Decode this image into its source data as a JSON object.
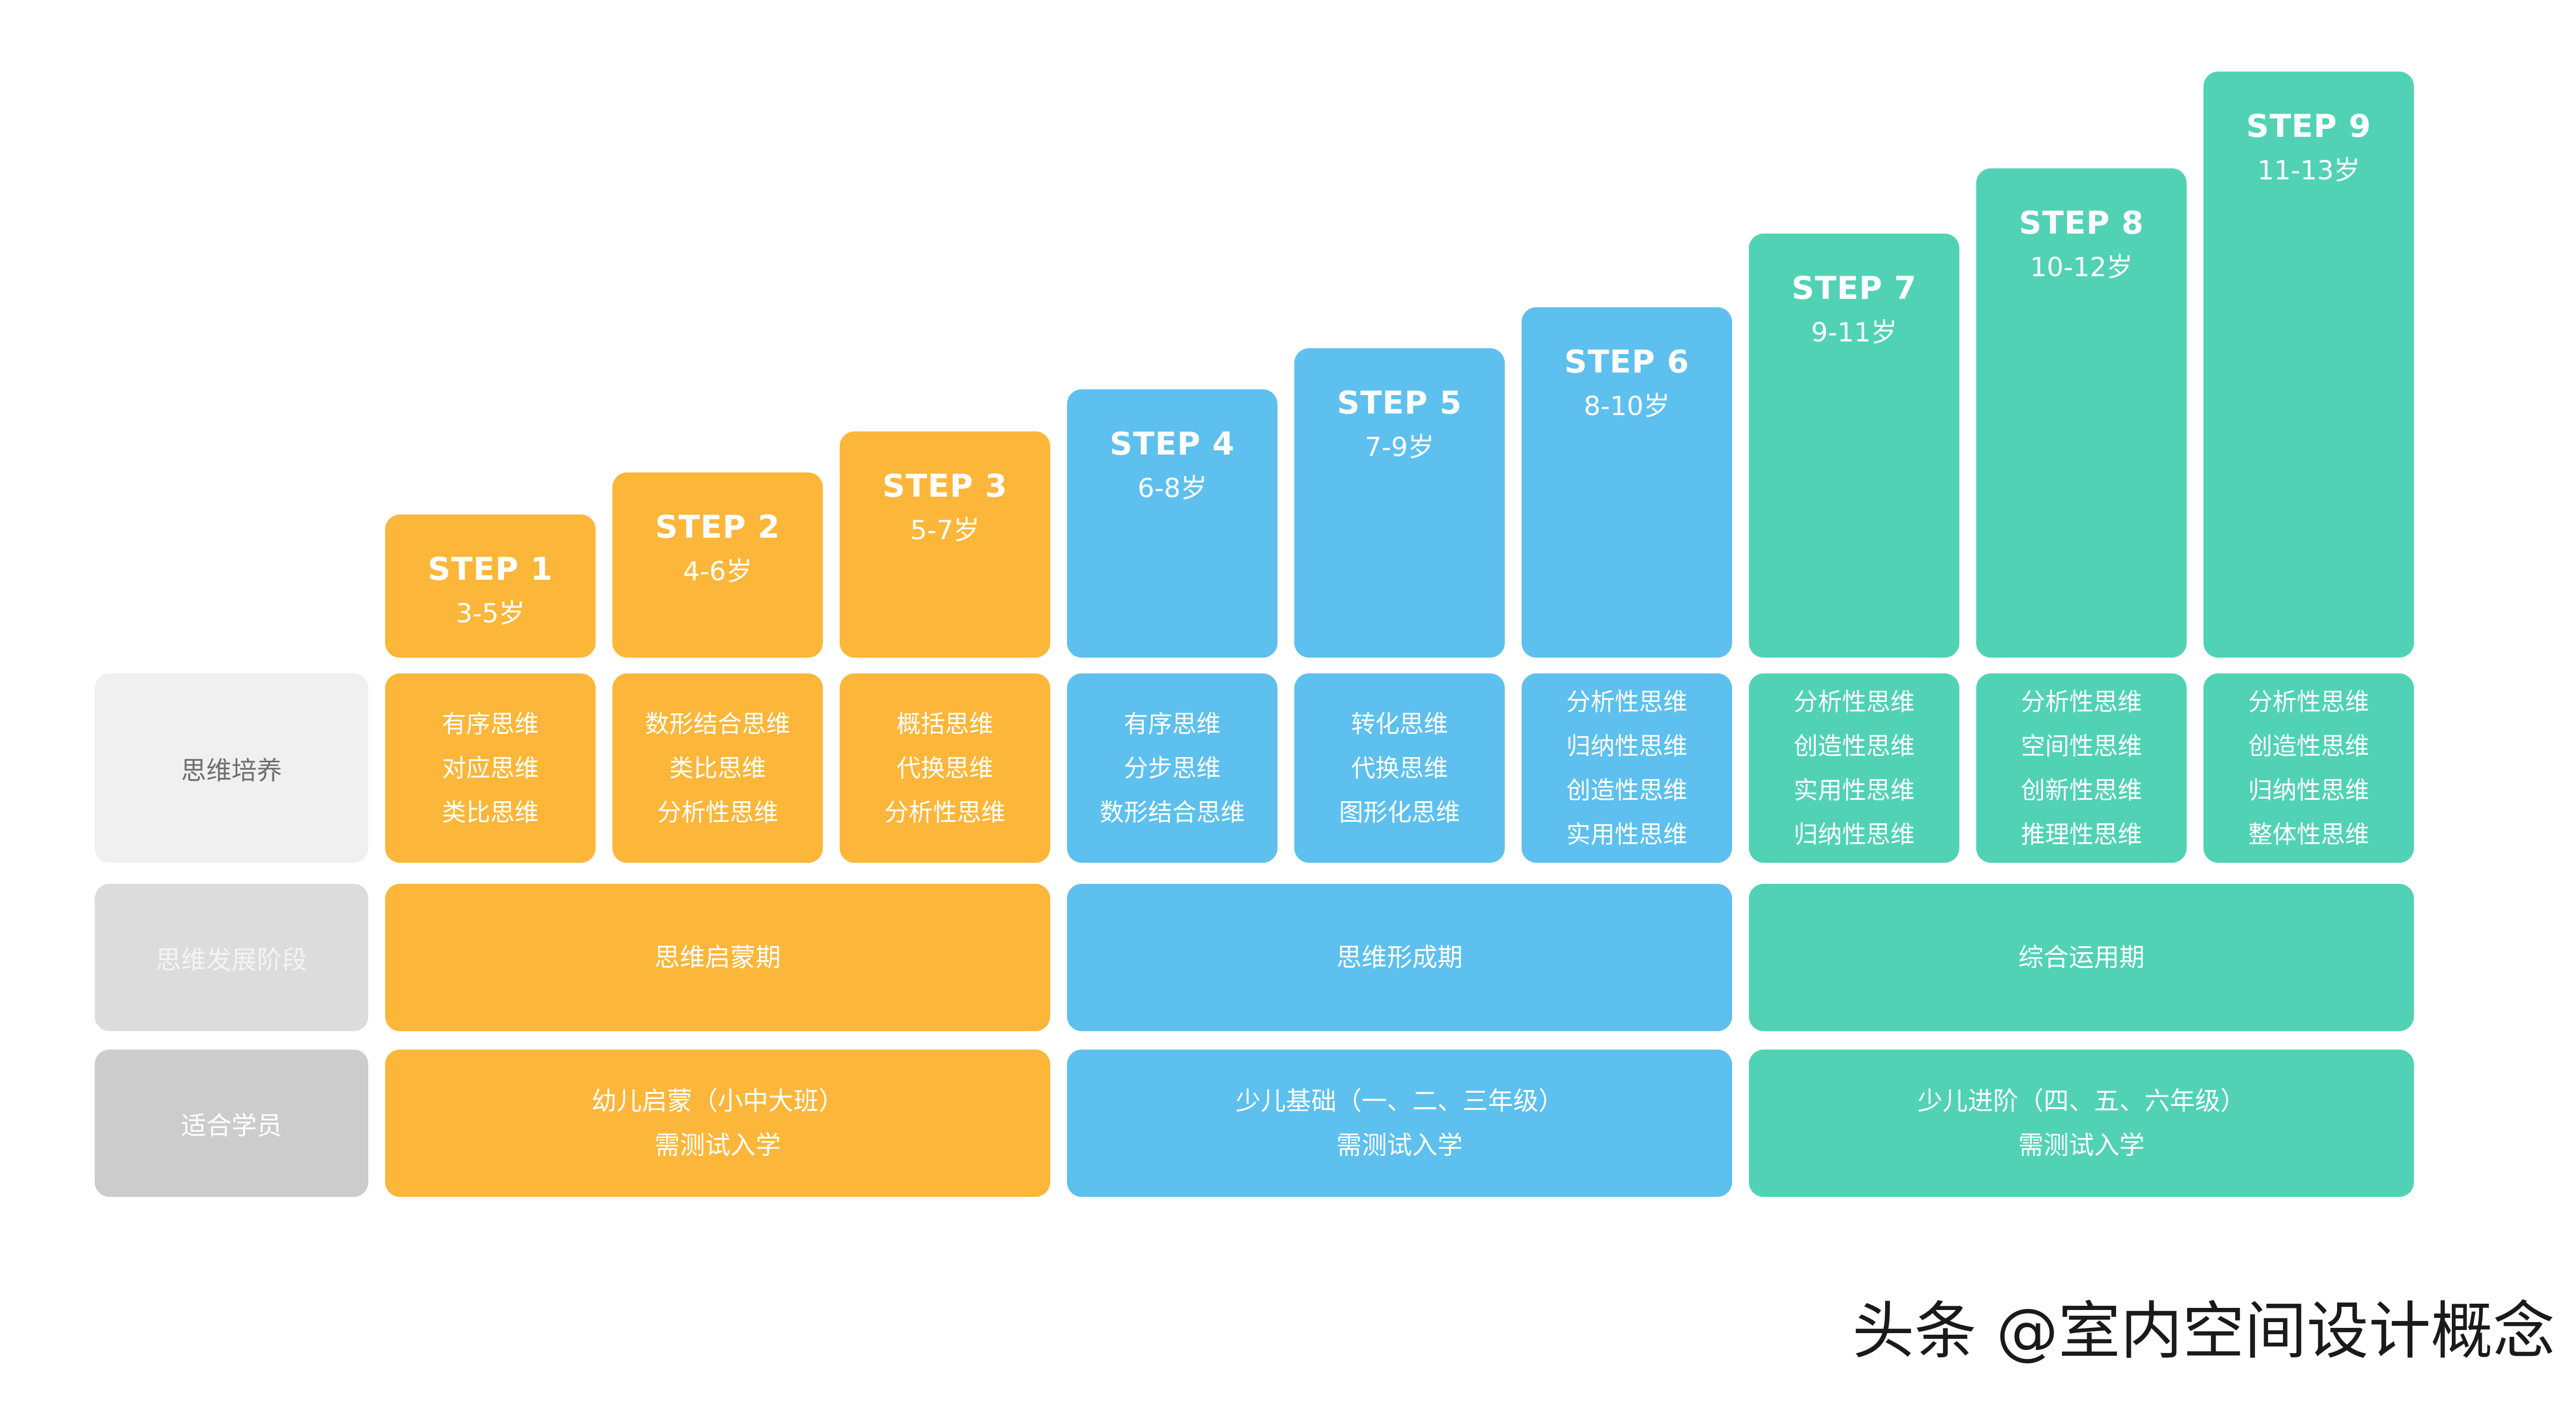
{
  "row_labels": [
    "思维培养",
    "思维发展阶段",
    "适合学员"
  ],
  "steps": [
    {
      "title": "STEP 1",
      "age": "3-5岁",
      "skills": [
        "有序思维",
        "对应思维",
        "类比思维"
      ]
    },
    {
      "title": "STEP 2",
      "age": "4-6岁",
      "skills": [
        "数形结合思维",
        "类比思维",
        "分析性思维"
      ]
    },
    {
      "title": "STEP 3",
      "age": "5-7岁",
      "skills": [
        "概括思维",
        "代换思维",
        "分析性思维"
      ]
    },
    {
      "title": "STEP 4",
      "age": "6-8岁",
      "skills": [
        "有序思维",
        "分步思维",
        "数形结合思维"
      ]
    },
    {
      "title": "STEP 5",
      "age": "7-9岁",
      "skills": [
        "转化思维",
        "代换思维",
        "图形化思维"
      ]
    },
    {
      "title": "STEP 6",
      "age": "8-10岁",
      "skills": [
        "分析性思维",
        "归纳性思维",
        "创造性思维",
        "实用性思维"
      ]
    },
    {
      "title": "STEP 7",
      "age": "9-11岁",
      "skills": [
        "分析性思维",
        "创造性思维",
        "实用性思维",
        "归纳性思维"
      ]
    },
    {
      "title": "STEP 8",
      "age": "10-12岁",
      "skills": [
        "分析性思维",
        "空间性思维",
        "创新性思维",
        "推理性思维"
      ]
    },
    {
      "title": "STEP 9",
      "age": "11-13岁",
      "skills": [
        "分析性思维",
        "创造性思维",
        "归纳性思维",
        "整体性思维"
      ]
    }
  ],
  "stages": [
    "思维启蒙期",
    "思维形成期",
    "综合运用期"
  ],
  "students": [
    [
      "幼儿启蒙（小中大班）",
      "需测试入学"
    ],
    [
      "少儿基础（一、二、三年级）",
      "需测试入学"
    ],
    [
      "少儿进阶（四、五、六年级）",
      "需测试入学"
    ]
  ],
  "watermark": "头条 @室内空间设计概念",
  "colors": {
    "orange": "#FCB63A",
    "blue": "#5DC0EE",
    "green": "#51D2B5"
  }
}
